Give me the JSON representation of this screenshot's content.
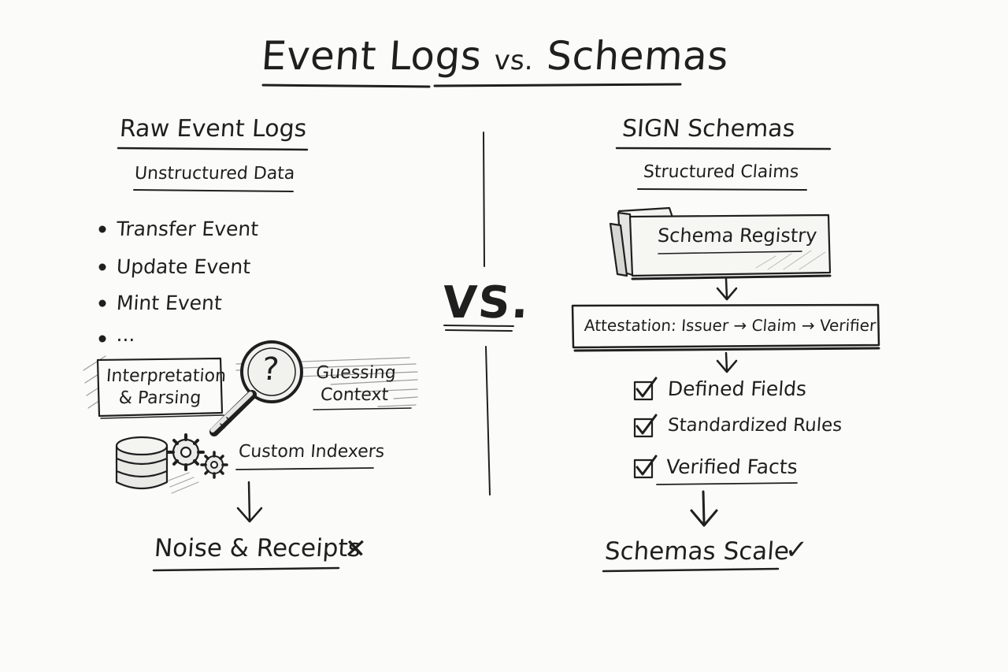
{
  "title": {
    "main_left": "Event Logs",
    "vs_small": "vs.",
    "main_right": "Schemas"
  },
  "divider": {
    "label": "VS."
  },
  "left": {
    "heading": "Raw Event Logs",
    "subheading": "Unstructured Data",
    "events": [
      "Transfer Event",
      "Update Event",
      "Mint Event",
      "..."
    ],
    "parsing_label_line1": "Interpretation",
    "parsing_label_line2": "& Parsing",
    "guess_label_line1": "Guessing",
    "guess_label_line2": "Context",
    "question_mark": "?",
    "indexers_label": "Custom Indexers",
    "result": "Noise & Receipts",
    "result_mark": "✕"
  },
  "right": {
    "heading": "SIGN Schemas",
    "subheading": "Structured Claims",
    "registry_label": "Schema Registry",
    "attestation_label": "Attestation: Issuer → Claim → Verifier",
    "checks": [
      "Defined Fields",
      "Standardized Rules",
      "Verified Facts"
    ],
    "check_glyph": "☑",
    "result": "Schemas Scale",
    "result_mark": "✓"
  },
  "colors": {
    "ink": "#1f1f1f",
    "paper": "#fbfbf9",
    "shade": "#d9d9d6"
  },
  "icons": [
    "magnifying-glass-icon",
    "database-icon",
    "gear-icon",
    "folder-icon",
    "checkbox-icon",
    "arrow-down-icon"
  ]
}
